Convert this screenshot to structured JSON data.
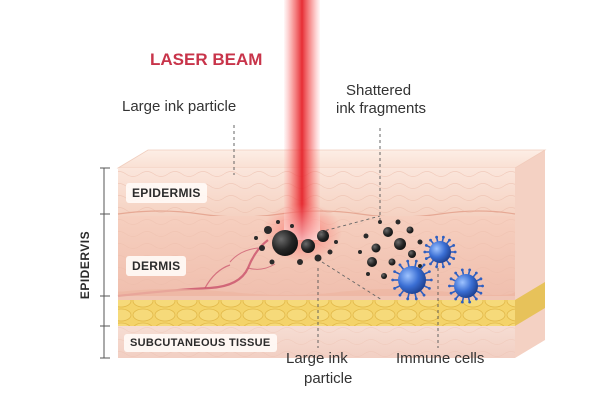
{
  "labels": {
    "laser_beam": "LASER BEAM",
    "large_ink_top": "Large ink particle",
    "shattered_line1": "Shattered",
    "shattered_line2": "ink fragments",
    "epidermis": "EPIDERMIS",
    "dermis": "DERMIS",
    "subcutaneous": "SUBCUTANEOUS TISSUE",
    "side_label": "EPIDERVIS",
    "large_ink_bottom_line1": "Large  ink",
    "large_ink_bottom_line2": "particle",
    "immune_cells": "Immune cells"
  },
  "colors": {
    "laser_red": "#e03a3a",
    "laser_title": "#c8344a",
    "skin_top": "#f7d7c8",
    "skin_dermis": "#f3c5b5",
    "fat_yellow": "#f4d36a",
    "subcutaneous": "#f6d9cf",
    "ink_dark": "#222222",
    "immune_blue": "#3b6fd4"
  }
}
